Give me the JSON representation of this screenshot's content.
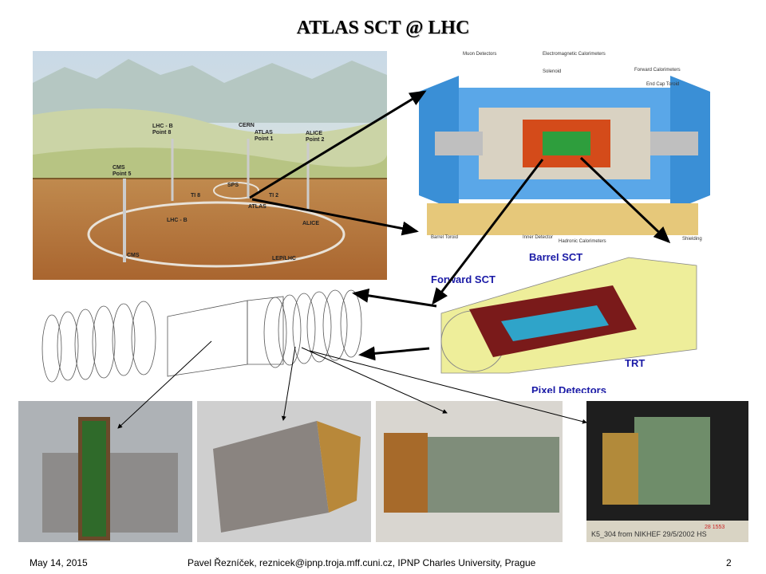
{
  "slide": {
    "title": "ATLAS SCT @ LHC",
    "footer_date": "May 14, 2015",
    "footer_author": "Pavel Řezníček, reznicek@ipnp.troja.mff.cuni.cz, IPNP Charles University, Prague",
    "page_number": "2"
  },
  "lhc_map": {
    "points": [
      "LHC - B",
      "Point 8",
      "CERN",
      "ATLAS",
      "Point 1",
      "ALICE",
      "Point 2",
      "CMS",
      "Point 5",
      "SPS",
      "TI 8",
      "TI 2",
      "LHC - B",
      "ATLAS",
      "ALICE",
      "CMS",
      "LEP/LHC"
    ]
  },
  "atlas_detector": {
    "labels": [
      "Muon Detectors",
      "Electromagnetic Calorimeters",
      "Solenoid",
      "Forward Calorimeters",
      "End Cap Toroid",
      "Barrel Toroid",
      "Inner Detector",
      "Hadronic Calorimeters",
      "Shielding"
    ]
  },
  "inner_detector": {
    "labels": [
      "Barrel SCT",
      "Forward SCT",
      "TRT",
      "Pixel Detectors"
    ],
    "label_color": "#1a1aa6"
  },
  "module_photos": {
    "note_text": "K5_304 from NIKHEF 29/5/2002 HS",
    "serial": "28 1553"
  }
}
